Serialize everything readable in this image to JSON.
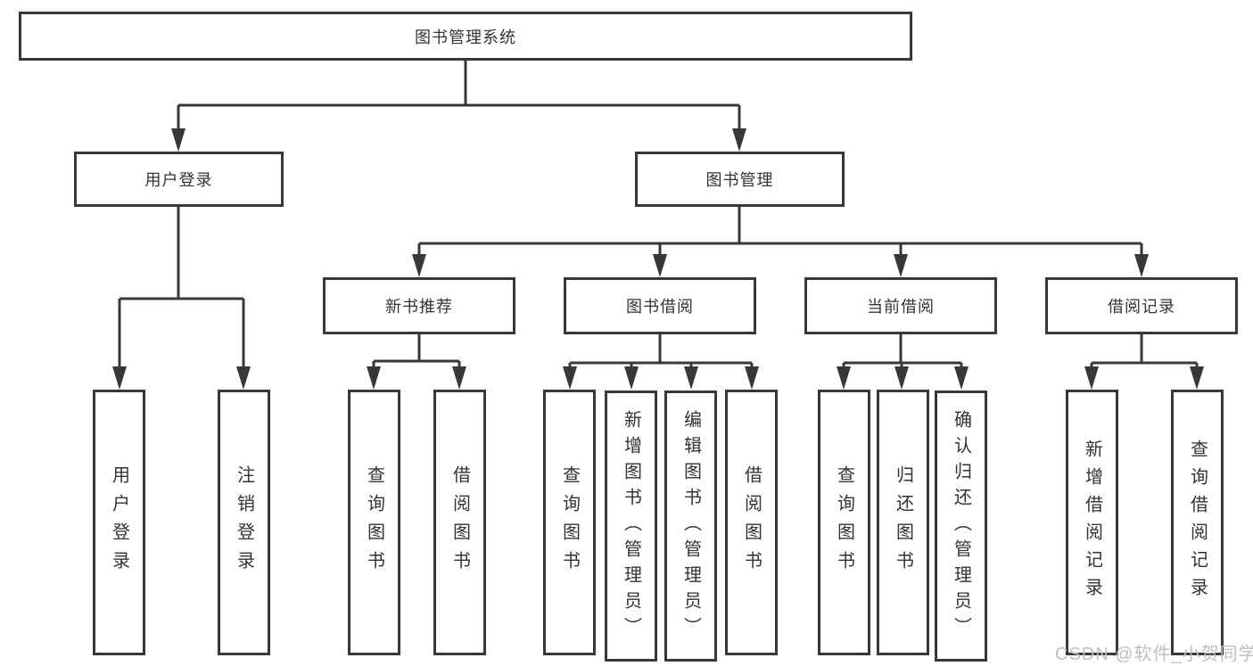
{
  "diagram": {
    "root": "图书管理系统",
    "branches": [
      {
        "label": "用户登录",
        "children": [
          "用户登录",
          "注销登录"
        ]
      },
      {
        "label": "图书管理",
        "children": [
          {
            "label": "新书推荐",
            "children": [
              "查询图书",
              "借阅图书"
            ]
          },
          {
            "label": "图书借阅",
            "children": [
              "查询图书",
              "新增图书（管理员）",
              "编辑图书（管理员）",
              "借阅图书"
            ]
          },
          {
            "label": "当前借阅",
            "children": [
              "查询图书",
              "归还图书",
              "确认归还（管理员）"
            ]
          },
          {
            "label": "借阅记录",
            "children": [
              "新增借阅记录",
              "查询借阅记录"
            ]
          }
        ]
      }
    ]
  },
  "watermark": "CSDN @软件_小贺同学",
  "colors": {
    "line": "#383838",
    "box_border": "#383838",
    "box_background": "#ffffff",
    "text": "#333333",
    "watermark": "#bfbfbf"
  }
}
